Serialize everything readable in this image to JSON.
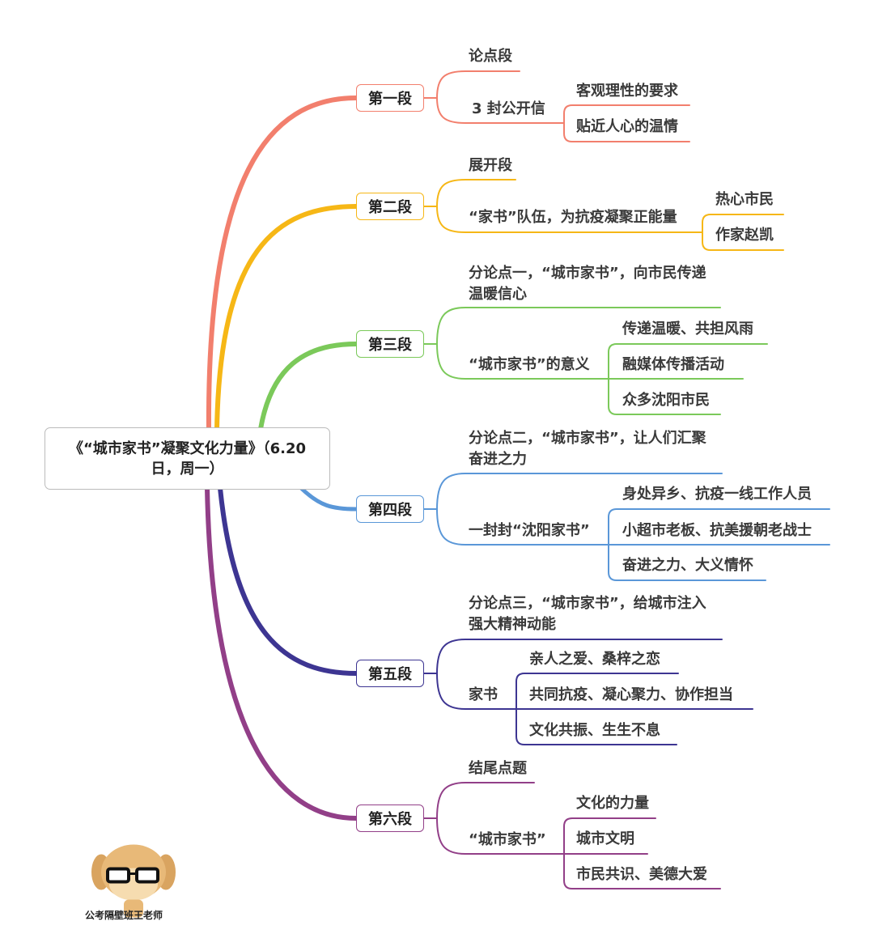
{
  "root": {
    "title": "《“城市家书”凝聚文化力量》（6.20日，周一）"
  },
  "colors": {
    "s1": "#f27f6d",
    "s2": "#f6b716",
    "s3": "#7bc95a",
    "s4": "#5a97d8",
    "s5": "#3d3592",
    "s6": "#923f88"
  },
  "sections": [
    {
      "label": "第一段",
      "children": [
        {
          "text": "论点段"
        },
        {
          "text": "3 封公开信",
          "children": [
            "客观理性的要求",
            "贴近人心的温情"
          ]
        }
      ]
    },
    {
      "label": "第二段",
      "children": [
        {
          "text": "展开段"
        },
        {
          "text": "“家书”队伍，为抗疫凝聚正能量",
          "children": [
            "热心市民",
            "作家赵凯"
          ]
        }
      ]
    },
    {
      "label": "第三段",
      "children": [
        {
          "text_line1": "分论点一，“城市家书”，向市民传递",
          "text_line2": "温暖信心"
        },
        {
          "text": "“城市家书”的意义",
          "children": [
            "传递温暖、共担风雨",
            "融媒体传播活动",
            "众多沈阳市民"
          ]
        }
      ]
    },
    {
      "label": "第四段",
      "children": [
        {
          "text_line1": "分论点二，“城市家书”，让人们汇聚",
          "text_line2": "奋进之力"
        },
        {
          "text": "一封封“沈阳家书”",
          "children": [
            "身处异乡、抗疫一线工作人员",
            "小超市老板、抗美援朝老战士",
            "奋进之力、大义情怀"
          ]
        }
      ]
    },
    {
      "label": "第五段",
      "children": [
        {
          "text_line1": "分论点三，“城市家书”，给城市注入",
          "text_line2": "强大精神动能"
        },
        {
          "text": "家书",
          "children": [
            "亲人之爱、桑梓之恋",
            "共同抗疫、凝心聚力、协作担当",
            "文化共振、生生不息"
          ]
        }
      ]
    },
    {
      "label": "第六段",
      "children": [
        {
          "text": "结尾点题"
        },
        {
          "text": "“城市家书”",
          "children": [
            "文化的力量",
            "城市文明",
            "市民共识、美德大爱"
          ]
        }
      ]
    }
  ],
  "watermark": {
    "label": "公考隔壁班王老师"
  }
}
